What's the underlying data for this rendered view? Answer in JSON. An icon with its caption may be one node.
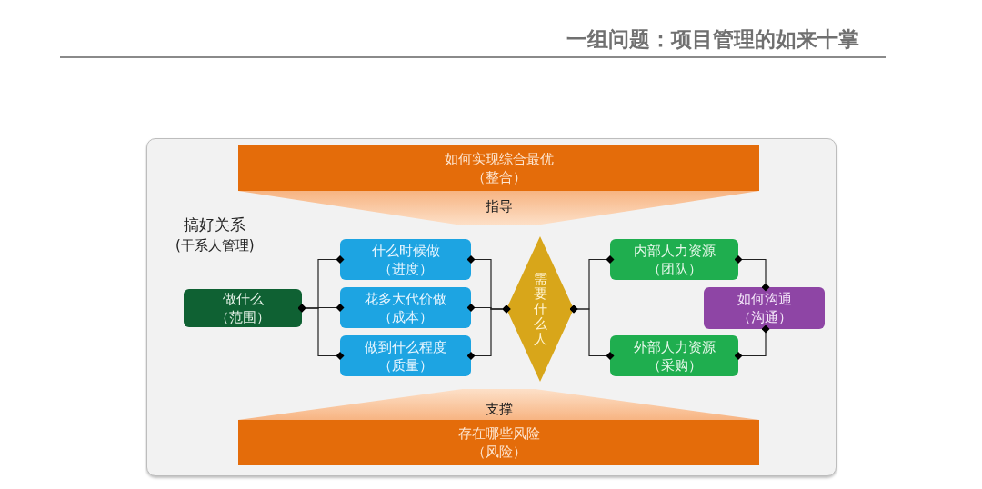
{
  "diagram": {
    "title": "一组问题：项目管理的如来十掌",
    "nodes": [
      {
        "text": [
          "如何实现综合最优",
          "（整合）"
        ]
      },
      {
        "text": [
          "指导"
        ]
      },
      {
        "text": [
          "做什么",
          "（范围）"
        ]
      },
      {
        "text": [
          "什么时候做",
          "（进度）"
        ]
      },
      {
        "text": [
          "花多大代价做",
          "（成本）"
        ]
      },
      {
        "text": [
          "做到什么程度",
          "（质量）"
        ]
      },
      {
        "text": [
          "需要什么人"
        ]
      },
      {
        "text": [
          "内部人力资源",
          "（团队）"
        ]
      },
      {
        "text": [
          "外部人力资源",
          "（采购）"
        ]
      },
      {
        "text": [
          "如何沟通",
          "（沟通）"
        ]
      },
      {
        "text": [
          "支撑"
        ]
      },
      {
        "text": [
          "存在哪些风险",
          "（风险）"
        ]
      }
    ],
    "edges": [
      {
        "from": 2,
        "to": 3,
        "arrow": "other"
      },
      {
        "from": 2,
        "to": 4,
        "arrow": "other"
      },
      {
        "from": 2,
        "to": 5,
        "arrow": "other"
      },
      {
        "from": 3,
        "to": 6,
        "arrow": "other"
      },
      {
        "from": 4,
        "to": 6,
        "arrow": "other"
      },
      {
        "from": 5,
        "to": 6,
        "arrow": "other"
      },
      {
        "from": 6,
        "to": 7,
        "arrow": "other"
      },
      {
        "from": 6,
        "to": 8,
        "arrow": "other"
      },
      {
        "from": 7,
        "to": 9,
        "arrow": "other"
      },
      {
        "from": 8,
        "to": 9,
        "arrow": "other"
      }
    ],
    "labels": [
      "搞好关系",
      "(干系人管理)"
    ]
  }
}
